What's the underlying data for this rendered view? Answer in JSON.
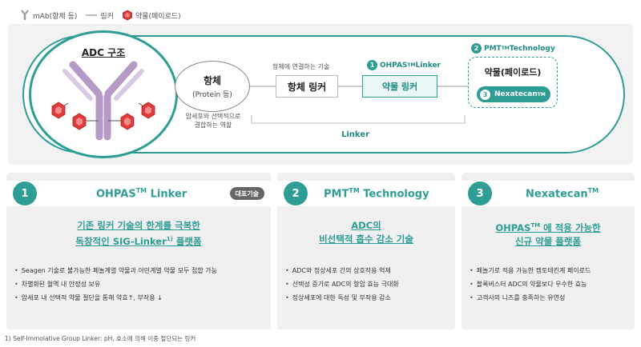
{
  "legend": {
    "mab": "mAb(항체 등)",
    "linker": "링커",
    "drug": "약물(페이로드)"
  },
  "diagram": {
    "adc_title": "ADC 구조",
    "antibody_title": "항체",
    "antibody_sub": "(Protein 등)",
    "antibody_role_1": "암세포와 선택적으로",
    "antibody_role_2": "결합하는 역할",
    "connect_label": "항체에 연결하는 기술",
    "antibody_linker": "항체 링커",
    "ohpas_num": "1",
    "ohpas_label": "OHPAS",
    "ohpas_sup": "TM",
    "ohpas_suffix": " Linker",
    "drug_linker": "약물 링커",
    "pmt_num": "2",
    "pmt_label": "PMT",
    "pmt_sup": "TM",
    "pmt_suffix": " Technology",
    "drug_payload": "약물(페이로드)",
    "nexa_num": "3",
    "nexa_label": "Nexatecan",
    "nexa_sup": "TM",
    "linker_label": "Linker"
  },
  "colors": {
    "accent": "#2e9e95",
    "antibody": "#b49ac4",
    "drug": "#e03a3a"
  },
  "cards": [
    {
      "num": "1",
      "title": "OHPAS",
      "title_sup": "TM",
      "title_suffix": " Linker",
      "badge": "대표기술",
      "sub1": "기존 링커 기술의 한계를 극복한",
      "sub2": "독창적인 SIG-Linker",
      "sub2_sup": "1)",
      "sub2_suffix": " 플랫폼",
      "bullets": [
        "Seagen 기술로 불가능한 페놀계열 약물과 아민계열 약물 모두 접합 가능",
        "차별화된 혈액 내 안정성 보유",
        "암세포 내 선택적 약물 절단을 통해 약효↑, 부작용 ↓"
      ]
    },
    {
      "num": "2",
      "title": "PMT",
      "title_sup": "TM",
      "title_suffix": " Technology",
      "sub1": "ADC의",
      "sub2": "비선택적 흡수 감소 기술",
      "bullets": [
        "ADC와 정상세포 간의 상호작용 억제",
        "선택성 증가로 ADC의 항암 효능 극대화",
        "정상세포에 대한 독성 및 부작용 감소"
      ]
    },
    {
      "num": "3",
      "title": "Nexatecan",
      "title_sup": "TM",
      "sub1": "OHPAS",
      "sub1_sup": "TM",
      "sub1_suffix": " 에 적용 가능한",
      "sub2": "신규 약물 플랫폼",
      "bullets": [
        "페놀기로 적용 가능한 켐토테킨계 페이로드",
        "블록버스터 ADC의 약물보다 우수한 효능",
        "고객사의 니즈를 충족하는 유연성"
      ]
    }
  ],
  "footnote": "1) Self-Immolative Group Linker: pH, 효소에 의해 이중 절단되는 링커"
}
